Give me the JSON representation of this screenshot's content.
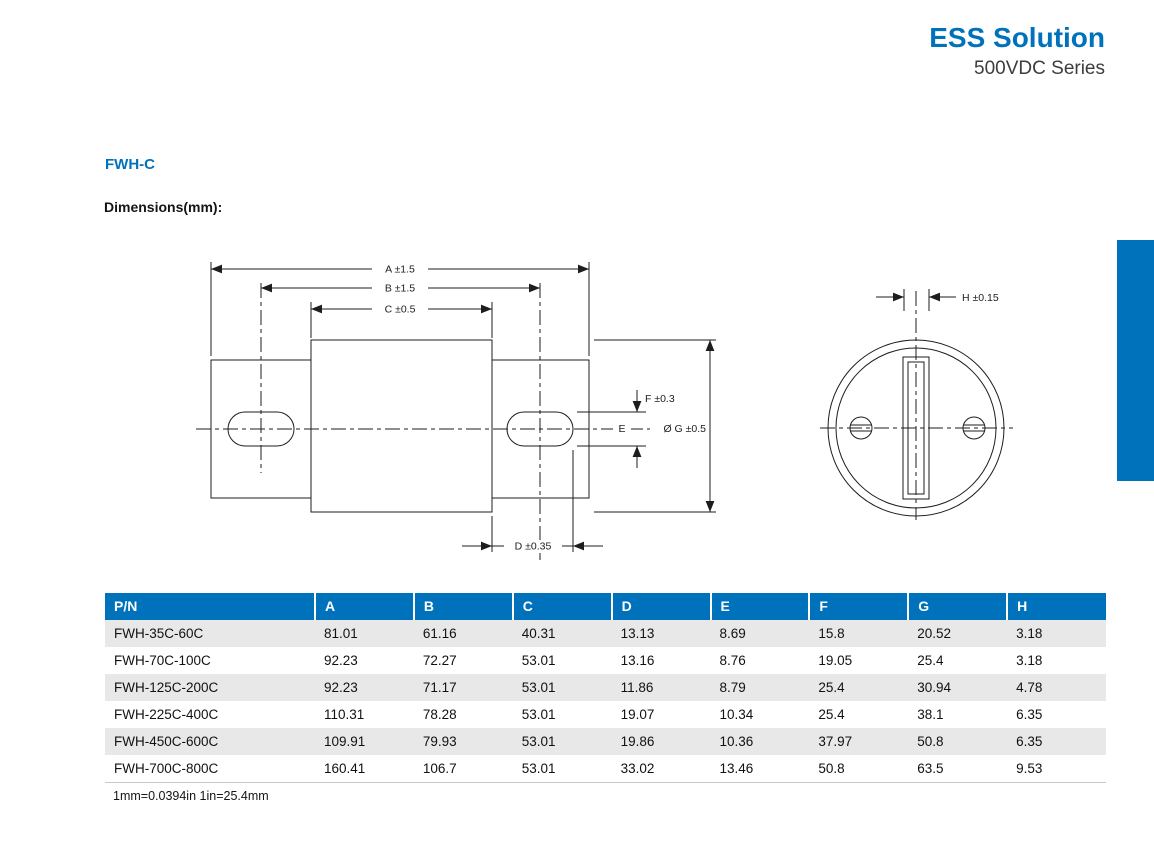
{
  "page": {
    "brand": "ESS Solution",
    "series": "500VDC Series",
    "model": "FWH-C",
    "dimensions_label": "Dimensions(mm):",
    "footnote": "1mm=0.0394in 1in=25.4mm"
  },
  "drawing": {
    "dim_a": "A ±1.5",
    "dim_b": "B ±1.5",
    "dim_c": "C ±0.5",
    "dim_d": "D ±0.35",
    "dim_e": "E",
    "dim_f": "F ±0.3",
    "dim_g": "Ø G ±0.5",
    "dim_h": "H ±0.15"
  },
  "table": {
    "columns": [
      "P/N",
      "A",
      "B",
      "C",
      "D",
      "E",
      "F",
      "G",
      "H"
    ],
    "rows": [
      [
        "FWH-35C-60C",
        "81.01",
        "61.16",
        "40.31",
        "13.13",
        "8.69",
        "15.8",
        "20.52",
        "3.18"
      ],
      [
        "FWH-70C-100C",
        "92.23",
        "72.27",
        "53.01",
        "13.16",
        "8.76",
        "19.05",
        "25.4",
        "3.18"
      ],
      [
        "FWH-125C-200C",
        "92.23",
        "71.17",
        "53.01",
        "11.86",
        "8.79",
        "25.4",
        "30.94",
        "4.78"
      ],
      [
        "FWH-225C-400C",
        "110.31",
        "78.28",
        "53.01",
        "19.07",
        "10.34",
        "25.4",
        "38.1",
        "6.35"
      ],
      [
        "FWH-450C-600C",
        "109.91",
        "79.93",
        "53.01",
        "19.86",
        "10.36",
        "37.97",
        "50.8",
        "6.35"
      ],
      [
        "FWH-700C-800C",
        "160.41",
        "106.7",
        "53.01",
        "33.02",
        "13.46",
        "50.8",
        "63.5",
        "9.53"
      ]
    ]
  },
  "colors": {
    "accent_blue": "#0072bc",
    "row_alt_gray": "#e8e8e8"
  }
}
